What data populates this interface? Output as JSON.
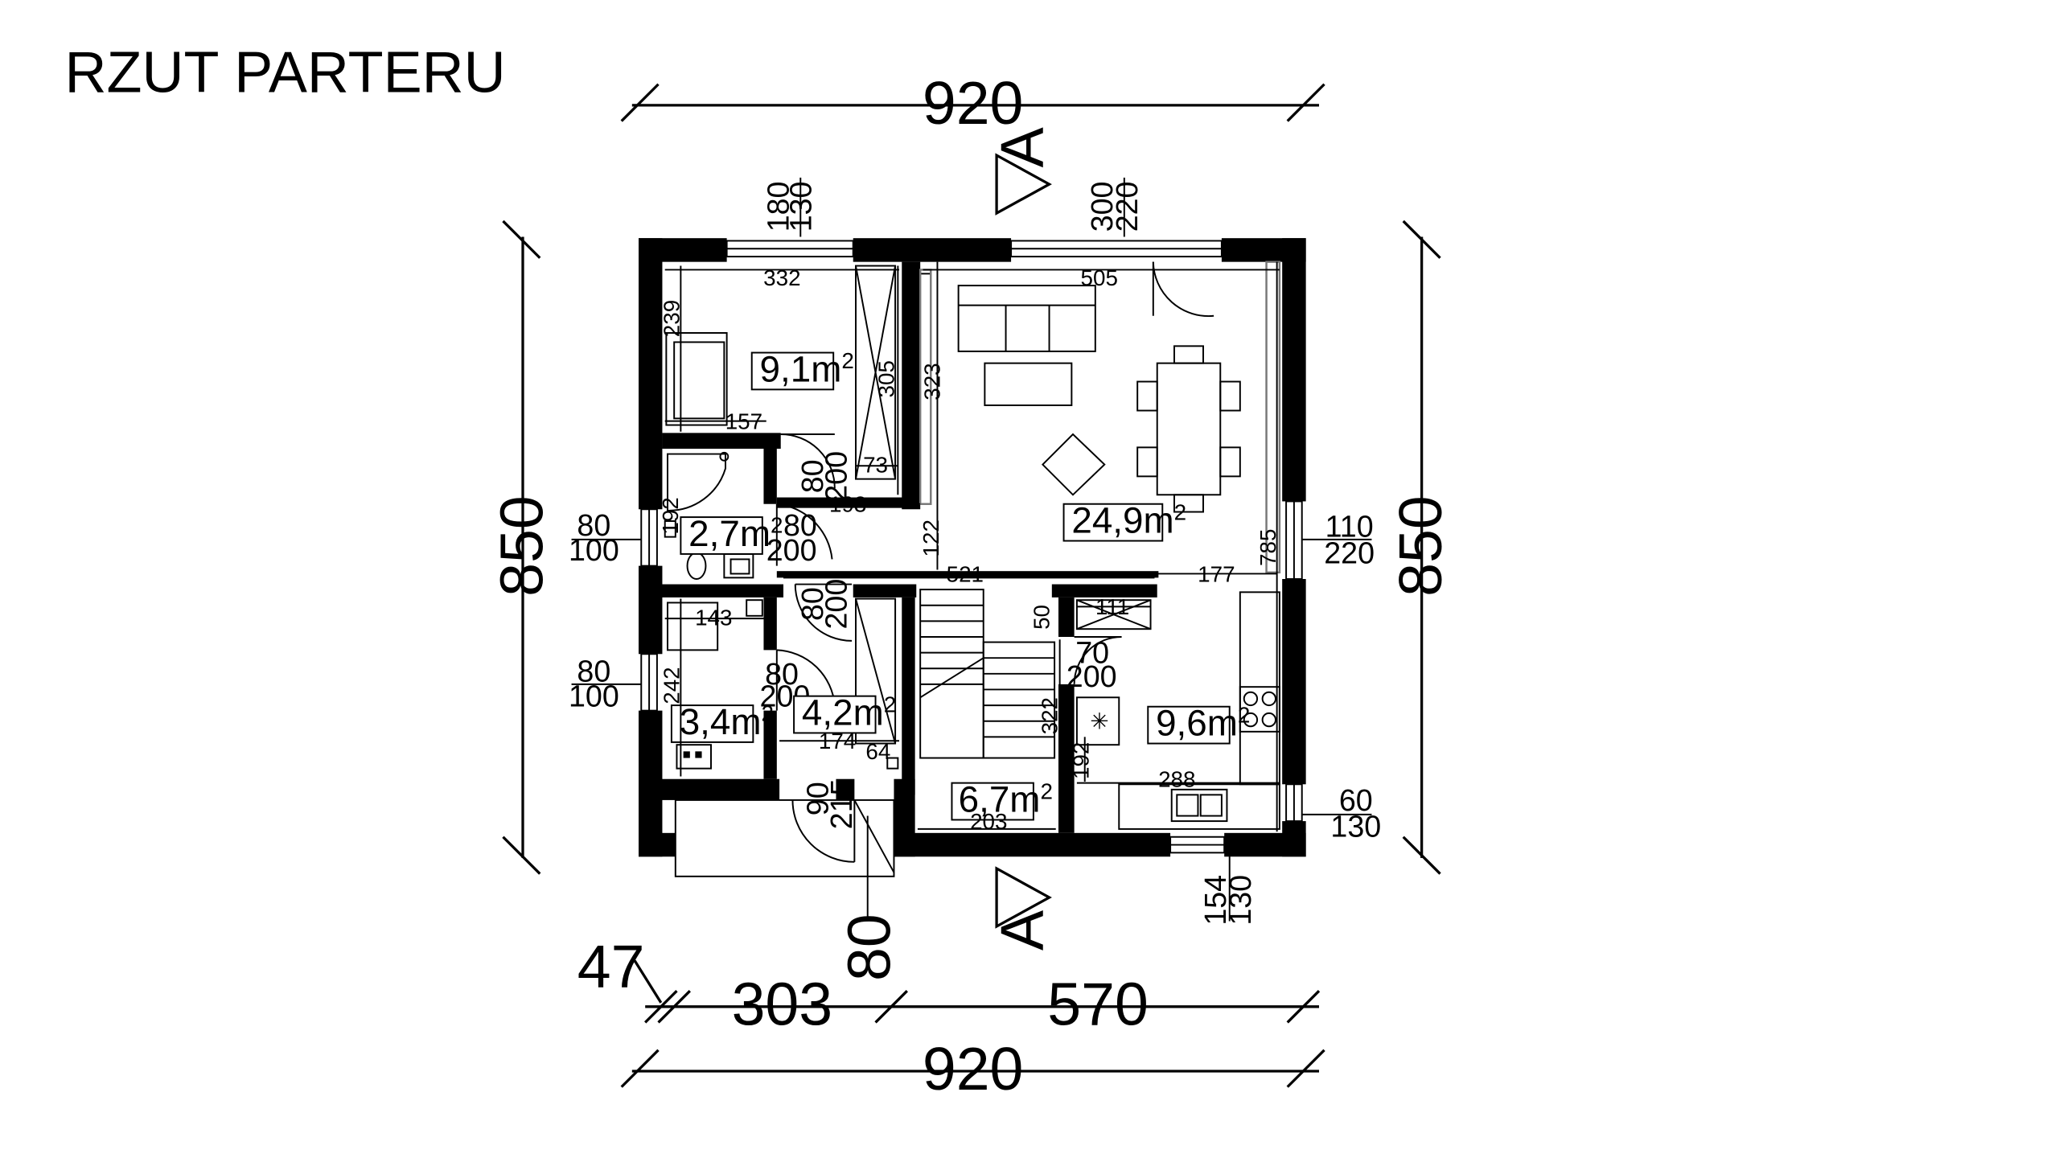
{
  "title": "RZUT PARTERU",
  "overall": {
    "width_top": "920",
    "width_bottom": "920",
    "height_left": "850",
    "height_right": "850",
    "seg_47": "47",
    "seg_303": "303",
    "seg_570": "570",
    "porch_80": "80"
  },
  "section_marker": "A",
  "rooms": [
    {
      "id": "bedroom",
      "area": "9,1m",
      "sup": "2"
    },
    {
      "id": "bathroom",
      "area": "2,7m",
      "sup": "2"
    },
    {
      "id": "living",
      "area": "24,9m",
      "sup": "2"
    },
    {
      "id": "wc",
      "area": "3,4m",
      "sup": "2"
    },
    {
      "id": "hall",
      "area": "4,2m",
      "sup": "2"
    },
    {
      "id": "stairs",
      "area": "6,7m",
      "sup": "2"
    },
    {
      "id": "kitchen",
      "area": "9,6m",
      "sup": "2"
    }
  ],
  "windows": {
    "top_left": [
      "180",
      "130"
    ],
    "top_right": [
      "300",
      "220"
    ],
    "left_upper": [
      "80",
      "100"
    ],
    "left_lower": [
      "80",
      "100"
    ],
    "right_upper": [
      "110",
      "220"
    ],
    "right_lower": [
      "60",
      "130"
    ],
    "bottom_right": [
      "154",
      "130"
    ]
  },
  "doors": {
    "bedroom": [
      "80",
      "200"
    ],
    "bathroom": [
      "80",
      "200"
    ],
    "closet": [
      "80",
      "200"
    ],
    "wc": [
      "80",
      "200"
    ],
    "kitchen": [
      "70",
      "200"
    ],
    "entry": [
      "90",
      "215"
    ]
  },
  "inner_dims": {
    "d332": "332",
    "d505": "505",
    "d239": "239",
    "d305": "305",
    "d323": "323",
    "d157": "157",
    "d73": "73",
    "d192a": "192",
    "d193": "193",
    "d122": "122",
    "d521": "521",
    "d177": "177",
    "d785": "785",
    "d143": "143",
    "d242": "242",
    "d174": "174",
    "d64": "64",
    "d50": "50",
    "d111": "111",
    "d322": "322",
    "d192b": "192",
    "d288": "288",
    "d203": "203"
  }
}
